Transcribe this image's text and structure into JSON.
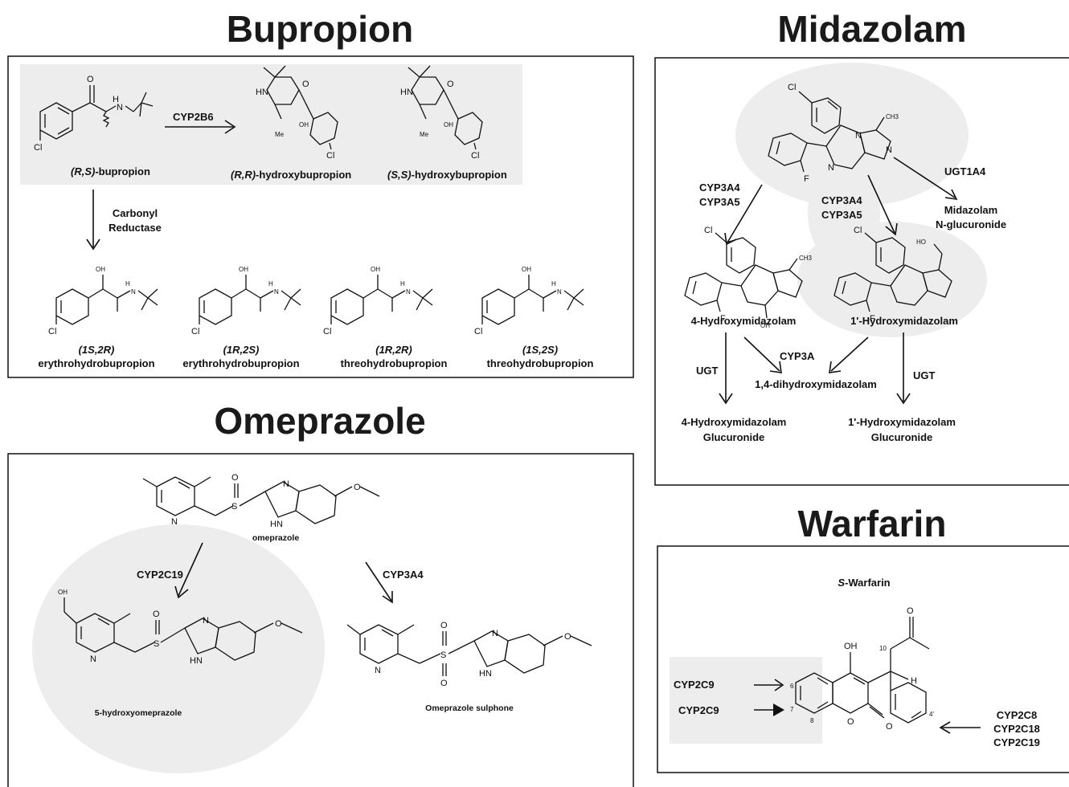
{
  "sections": {
    "bupropion": {
      "title": "Bupropion",
      "enzymes": {
        "cyp2b6": "CYP2B6",
        "carbonyl_1": "Carbonyl",
        "carbonyl_2": "Reductase"
      },
      "compounds": {
        "parent_prefix": "(R,S)",
        "parent_suffix": "-bupropion",
        "rr_prefix": "(R,R)",
        "rr_suffix": "-hydroxybupropion",
        "ss_prefix": "(S,S)",
        "ss_suffix": "-hydroxybupropion",
        "p1_stereo": "(1S,2R)",
        "p1_name": "erythrohydrobupropion",
        "p2_stereo": "(1R,2S)",
        "p2_name": "erythrohydrobupropion",
        "p3_stereo": "(1R,2R)",
        "p3_name": "threohydrobupropion",
        "p4_stereo": "(1S,2S)",
        "p4_name": "threohydrobupropion"
      }
    },
    "midazolam": {
      "title": "Midazolam",
      "enzymes": {
        "left_1": "CYP3A4",
        "left_2": "CYP3A5",
        "mid_1": "CYP3A4",
        "mid_2": "CYP3A5",
        "ugt1a4": "UGT1A4",
        "ugt_left": "UGT",
        "ugt_right": "UGT",
        "cyp3a": "CYP3A"
      },
      "compounds": {
        "glucuronide_1": "Midazolam",
        "glucuronide_2": "N-glucuronide",
        "hydroxy4": "4-Hydroxymidazolam",
        "hydroxy1": "1'-Hydroxymidazolam",
        "dihydroxy": "1,4-dihydroxymidazolam",
        "h4g_1": "4-Hydroxymidazolam",
        "h4g_2": "Glucuronide",
        "h1g_1": "1'-Hydroxymidazolam",
        "h1g_2": "Glucuronide"
      }
    },
    "omeprazole": {
      "title": "Omeprazole",
      "enzymes": {
        "cyp2c19": "CYP2C19",
        "cyp3a4": "CYP3A4"
      },
      "compounds": {
        "parent": "omeprazole",
        "hydroxy": "5-hydroxyomeprazole",
        "sulphone": "Omeprazole sulphone"
      }
    },
    "warfarin": {
      "title": "Warfarin",
      "compound_prefix": "S",
      "compound_suffix": "-Warfarin",
      "enzymes": {
        "c9_a": "CYP2C9",
        "c9_b": "CYP2C9",
        "c8": "CYP2C8",
        "c18": "CYP2C18",
        "c19": "CYP2C19"
      },
      "positions": {
        "p6": "6",
        "p7": "7",
        "p8": "8",
        "p10": "10",
        "p4p": "4'"
      }
    }
  },
  "atoms": {
    "O": "O",
    "N": "N",
    "H": "H",
    "Cl": "Cl",
    "F": "F",
    "S": "S",
    "NH": "NH",
    "HN": "HN",
    "OH": "OH",
    "HO": "HO",
    "Me": "Me",
    "CH3": "CH3"
  }
}
